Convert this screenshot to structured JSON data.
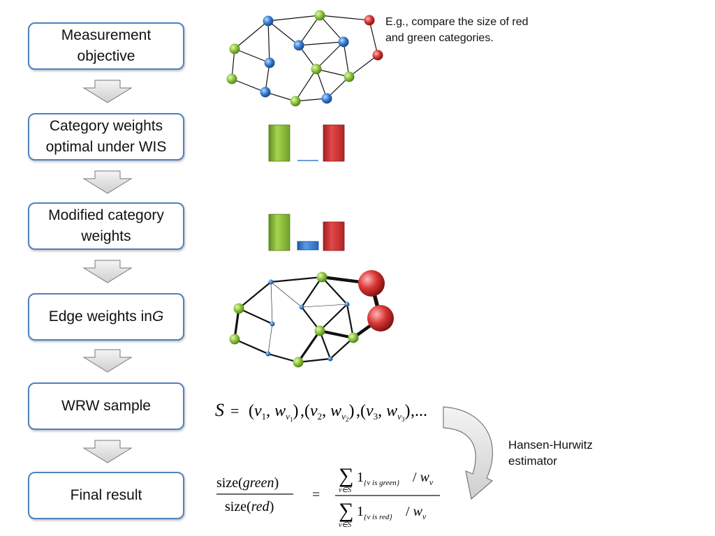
{
  "steps": [
    {
      "label": "Measurement objective"
    },
    {
      "label": "Category weights optimal under WIS"
    },
    {
      "label": "Modified category weights"
    },
    {
      "label_prefix": "Edge weights in ",
      "label_var": "G"
    },
    {
      "label": "WRW sample"
    },
    {
      "label": "Final result"
    }
  ],
  "note": "E.g., compare the size of red and green categories.",
  "estimator_label": "Hansen-Hurwitz estimator",
  "sample_formula": {
    "lhs": "S",
    "eq": "=",
    "tail": ",..."
  },
  "ratio_formula": {
    "num": "size(",
    "num_var": "green",
    "den_var": "red",
    "close": ")",
    "eq": "=",
    "sum_under": "v∈S",
    "indicator_green": "{v is green}",
    "indicator_red": "{v is red}",
    "weight": "w",
    "weight_sub": "v"
  },
  "colors": {
    "box_border": "#4f81bd",
    "green": "#8dc63f",
    "blue": "#3a7fd5",
    "red": "#d93636",
    "arrow_fill": "#e4e4e4"
  },
  "icons": [
    "down-arrow-icon",
    "curved-arrow-icon"
  ]
}
